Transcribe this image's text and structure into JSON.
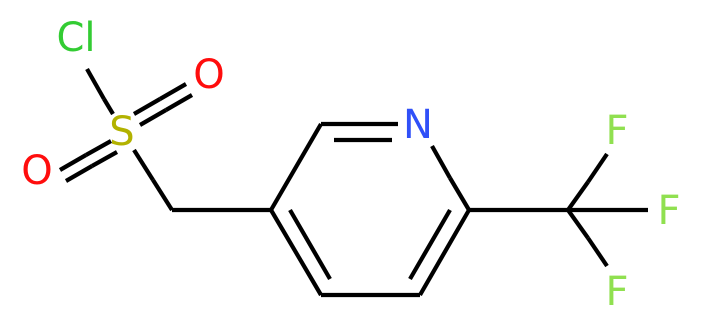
{
  "molecule": {
    "atoms": {
      "cl": {
        "symbol": "Cl",
        "color": "#33cc33"
      },
      "s": {
        "symbol": "S",
        "color": "#b2b200"
      },
      "o_top": {
        "symbol": "O",
        "color": "#ff0d0d"
      },
      "o_left": {
        "symbol": "O",
        "color": "#ff0d0d"
      },
      "n": {
        "symbol": "N",
        "color": "#3050f8"
      },
      "f_top": {
        "symbol": "F",
        "color": "#90e050"
      },
      "f_mid": {
        "symbol": "F",
        "color": "#90e050"
      },
      "f_bot": {
        "symbol": "F",
        "color": "#90e050"
      }
    },
    "bond_color": "#000000",
    "background": "#ffffff"
  }
}
